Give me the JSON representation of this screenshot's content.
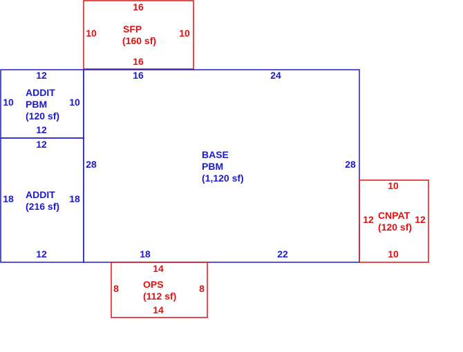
{
  "areas": {
    "base": {
      "name1": "BASE",
      "name2": "PBM",
      "size": "(1,120 sf)",
      "color": "#1a1acc",
      "dims": {
        "top_left": "16",
        "top_right": "24",
        "left": "28",
        "right": "28",
        "bottom_left": "18",
        "bottom_right": "22"
      }
    },
    "addit_pbm": {
      "name1": "ADDIT",
      "name2": "PBM",
      "size": "(120 sf)",
      "color": "#1a1acc",
      "dims": {
        "top": "12",
        "bottom": "12",
        "left": "10",
        "right": "10"
      }
    },
    "addit": {
      "name1": "ADDIT",
      "size": "(216 sf)",
      "color": "#1a1acc",
      "dims": {
        "top": "12",
        "bottom": "12",
        "left": "18",
        "right": "18"
      }
    },
    "sfp": {
      "name1": "SFP",
      "size": "(160 sf)",
      "color": "#dd1111",
      "dims": {
        "top": "16",
        "bottom": "16",
        "left": "10",
        "right": "10"
      }
    },
    "ops": {
      "name1": "OPS",
      "size": "(112 sf)",
      "color": "#dd1111",
      "dims": {
        "top": "14",
        "bottom": "14",
        "left": "8",
        "right": "8"
      }
    },
    "cnpat": {
      "name1": "CNPAT",
      "size": "(120 sf)",
      "color": "#dd1111",
      "dims": {
        "top": "10",
        "bottom": "10",
        "left": "12",
        "right": "12"
      }
    }
  }
}
